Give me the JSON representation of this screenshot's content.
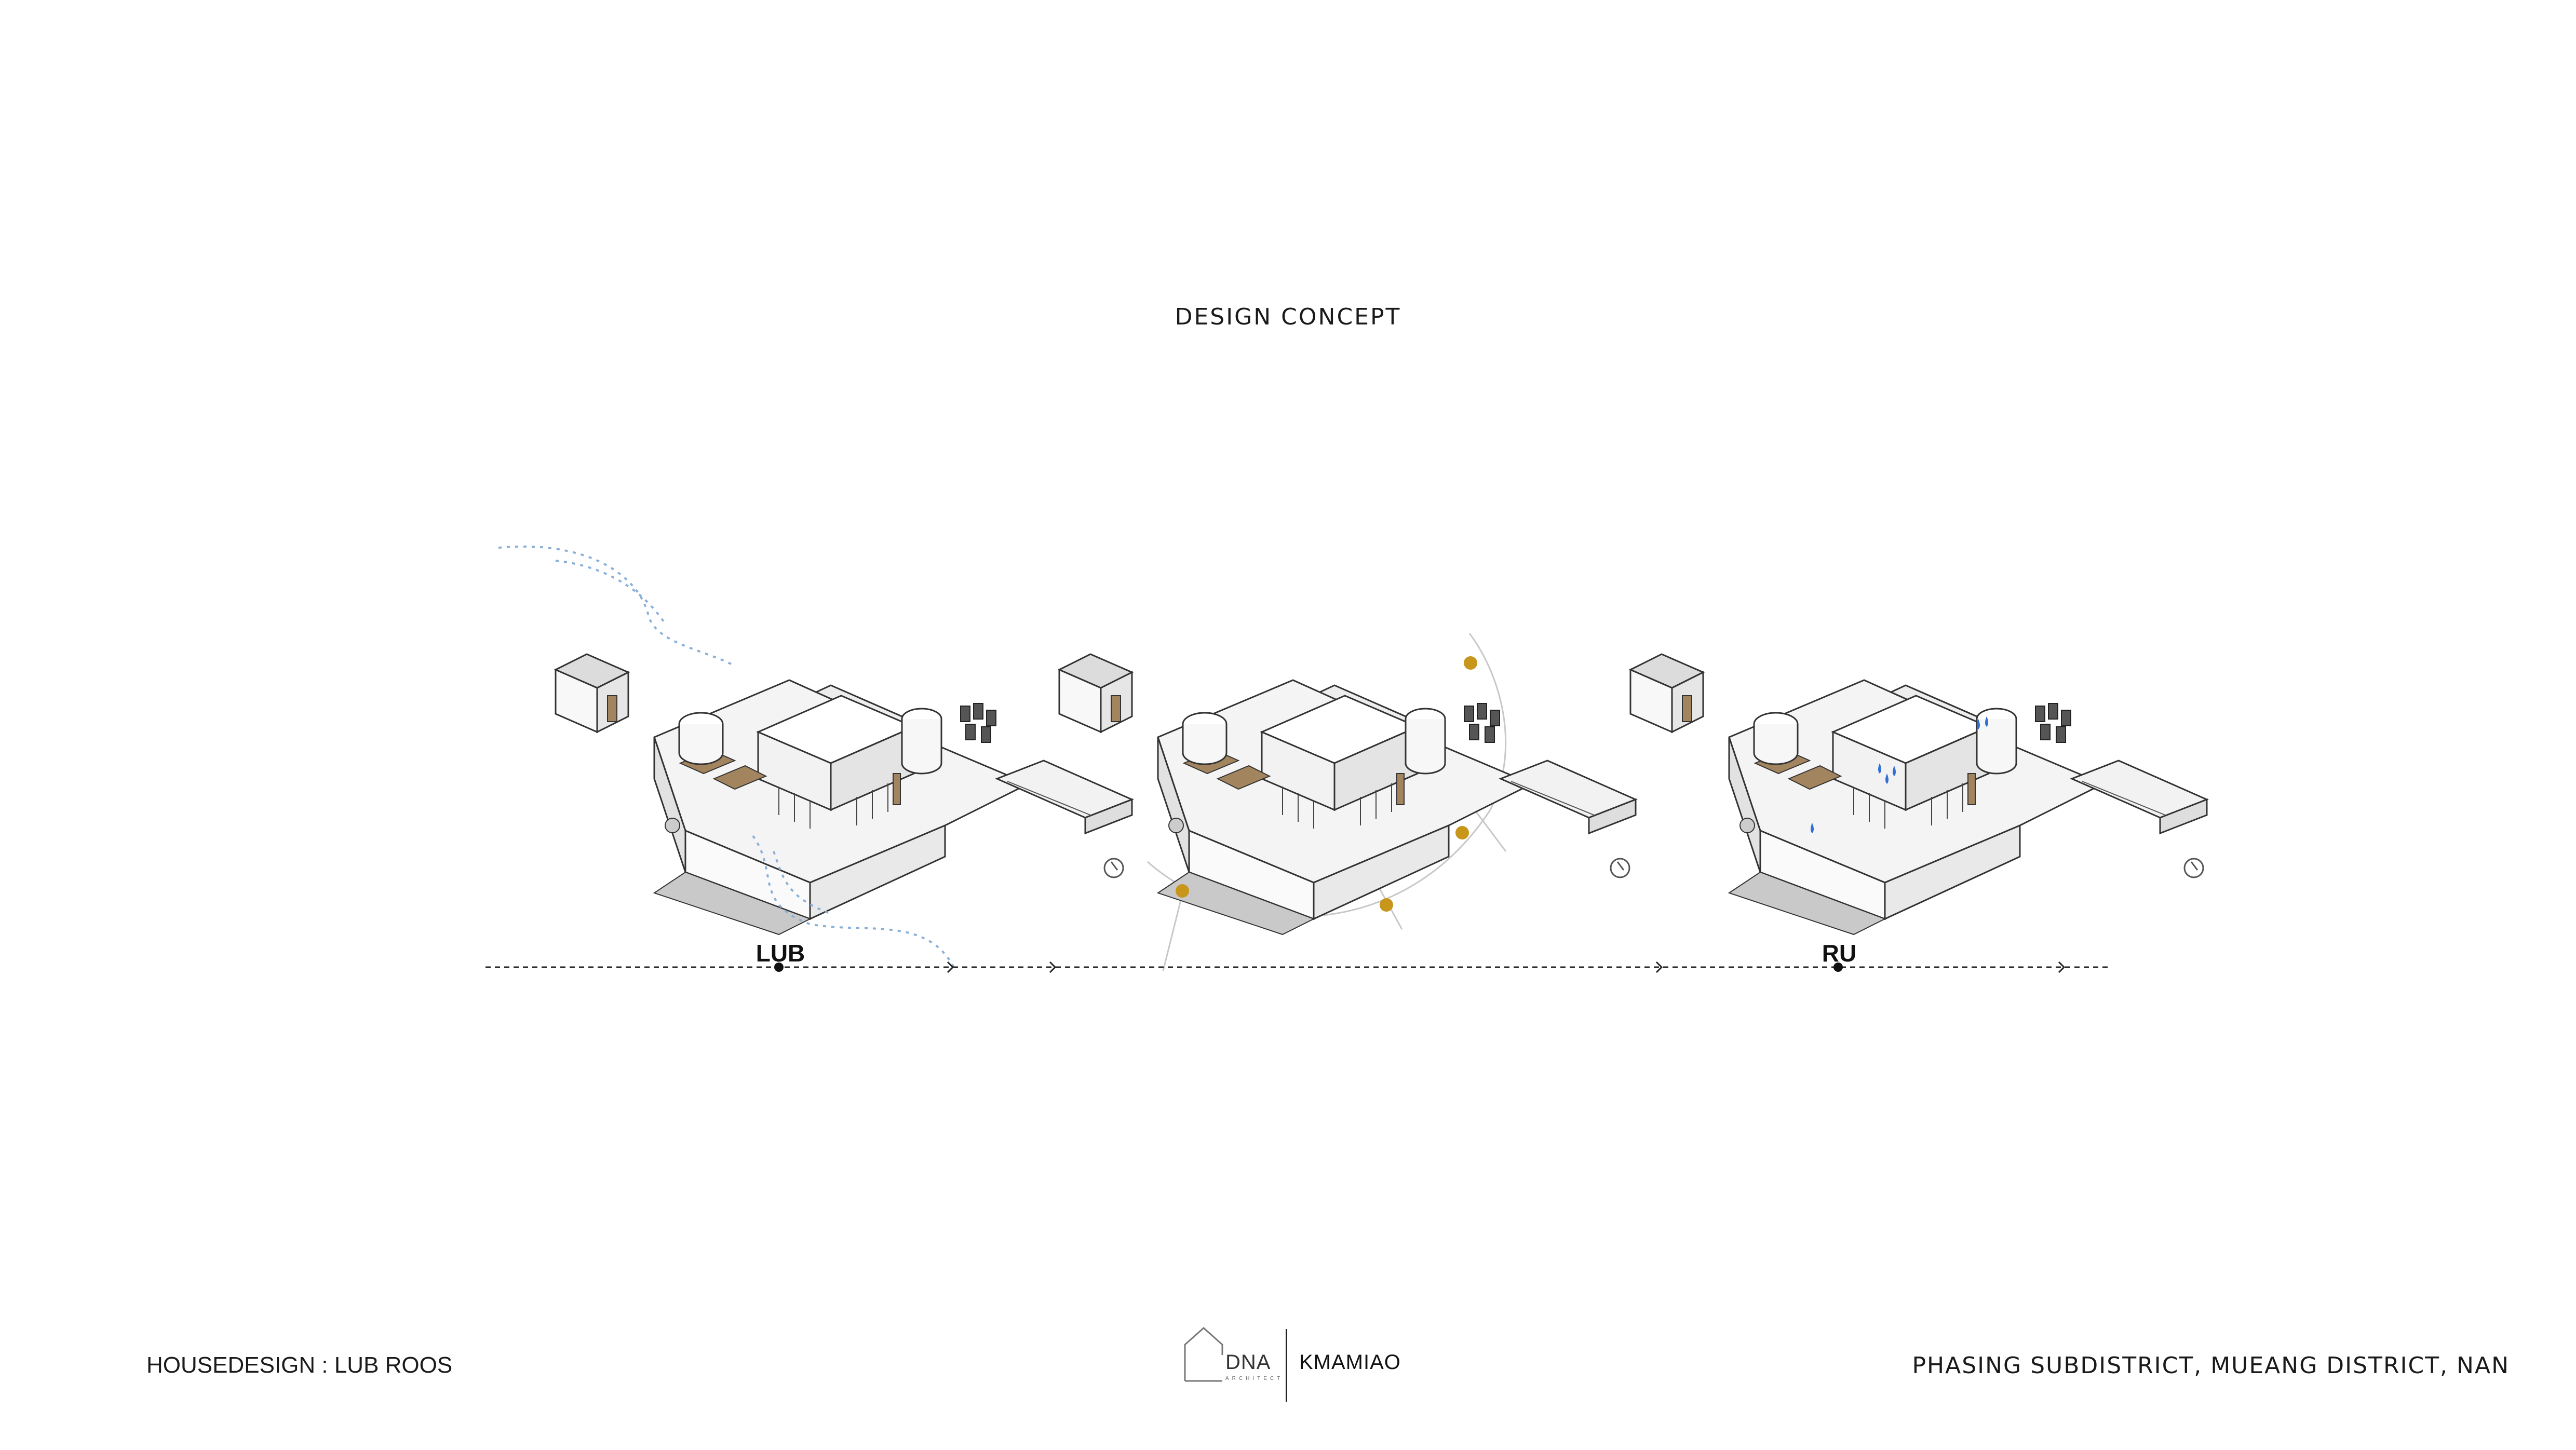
{
  "title": "DESIGN CONCEPT",
  "stages": [
    {
      "label": "LUB"
    },
    {
      "label": "RU"
    }
  ],
  "footer": {
    "left": "HOUSEDESIGN :  LUB ROOS",
    "right": "PHASING SUBDISTRICT, MUEANG DISTRICT, NAN"
  },
  "logo": {
    "mark": "DNA",
    "subtitle": "ARCHITECT",
    "brand": "KMAMIAO"
  },
  "colors": {
    "sun_marker": "#c8961a",
    "water_drop": "#2f6fd6",
    "wind_line": "#8ab0d8",
    "wood": "#a2845e",
    "line": "#333333"
  }
}
